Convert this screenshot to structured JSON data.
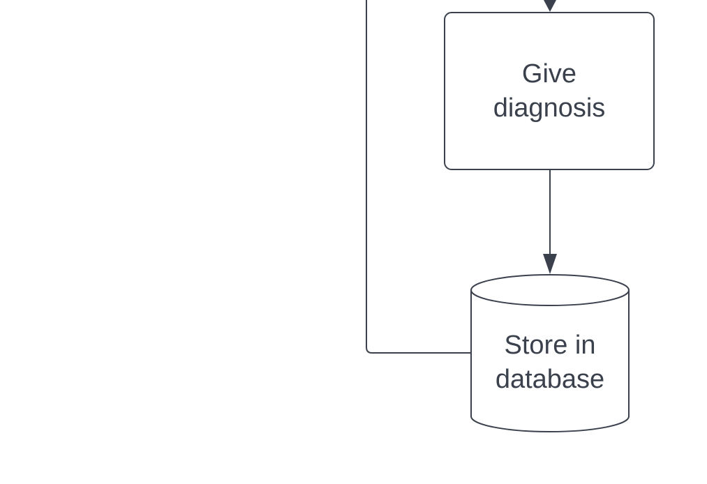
{
  "diagram": {
    "nodes": [
      {
        "id": "give-diagnosis",
        "shape": "rounded-rectangle",
        "lines": [
          "Give",
          "diagnosis"
        ]
      },
      {
        "id": "store-in-database",
        "shape": "cylinder",
        "lines": [
          "Store in",
          "database"
        ]
      }
    ],
    "edges": [
      {
        "from": "offscreen-above",
        "to": "give-diagnosis",
        "arrow": true
      },
      {
        "from": "give-diagnosis",
        "to": "store-in-database",
        "arrow": true
      },
      {
        "from": "store-in-database",
        "to": "offscreen-above-left",
        "arrow": false
      }
    ],
    "colors": {
      "stroke": "#3a414d",
      "text": "#3a414d",
      "fill": "#ffffff",
      "background": "#ffffff"
    }
  }
}
